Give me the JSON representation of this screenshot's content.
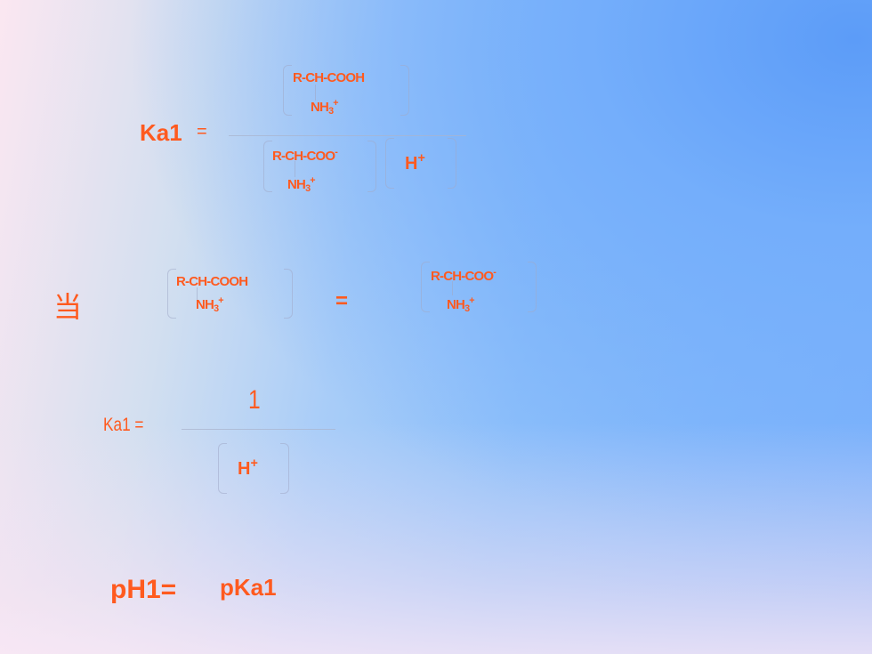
{
  "eq1": {
    "ka_label": "Ka1",
    "equals": "=",
    "num_top": "R-CH-COOH",
    "num_nh": "NH",
    "num_nh_sub": "3",
    "num_nh_sup": "+",
    "den_top": "R-CH-COO",
    "den_top_sup": "-",
    "den_nh": "NH",
    "den_nh_sub": "3",
    "den_nh_sup": "+",
    "h": "H",
    "h_sup": "+"
  },
  "eq2": {
    "dang": "当",
    "left_top": "R-CH-COOH",
    "left_nh": "NH",
    "left_nh_sub": "3",
    "left_nh_sup": "+",
    "equals": "=",
    "right_top": "R-CH-COO",
    "right_top_sup": "-",
    "right_nh": "NH",
    "right_nh_sub": "3",
    "right_nh_sup": "+"
  },
  "eq3": {
    "ka_label": "Ka1 =",
    "numerator": "1",
    "h": "H",
    "h_sup": "+"
  },
  "eq4": {
    "ph": "pH1=",
    "pka": "pKa1"
  }
}
